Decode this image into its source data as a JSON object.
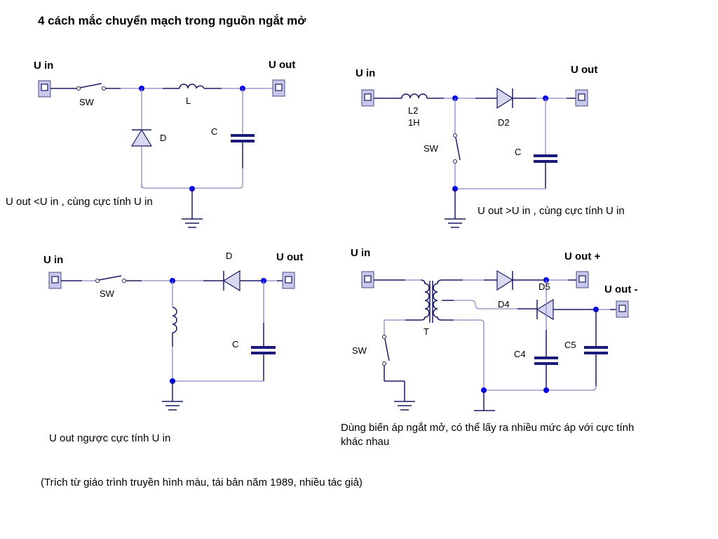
{
  "title": "4 cách mắc chuyển mạch trong nguồn ngắt mở",
  "circuits": [
    {
      "name": "buck",
      "u_in": "U in",
      "u_out": "U out",
      "components": {
        "switch": "SW",
        "inductor": "L",
        "diode": "D",
        "capacitor": "C"
      },
      "caption": "U out <U in , cùng cực  tính U in"
    },
    {
      "name": "boost",
      "u_in": "U in",
      "u_out": "U out",
      "components": {
        "inductor": "L2",
        "inductor_value": "1H",
        "switch": "SW",
        "diode": "D2",
        "capacitor": "C"
      },
      "caption": "U out >U in , cùng cực  tính U in"
    },
    {
      "name": "inverting",
      "u_in": "U in",
      "u_out": "U out",
      "components": {
        "switch": "SW",
        "diode": "D",
        "capacitor": "C"
      },
      "caption": "U out  ngược cực  tính U in"
    },
    {
      "name": "transformer",
      "u_in": "U in",
      "u_out_plus": "U out +",
      "u_out_minus": "U out -",
      "components": {
        "switch": "SW",
        "transformer": "T",
        "diode_top": "D5",
        "diode_bottom": "D4",
        "cap_left": "C4",
        "cap_right": "C5"
      },
      "caption_line1": "Dùng biến áp ngắt mở, có thể lấy ra nhiều mức áp với cực tính",
      "caption_line2": "khác nhau"
    }
  ],
  "source_note": "(Trích từ giáo trình truyền hình màu, tái bản năm 1989, nhiều tác giả)"
}
